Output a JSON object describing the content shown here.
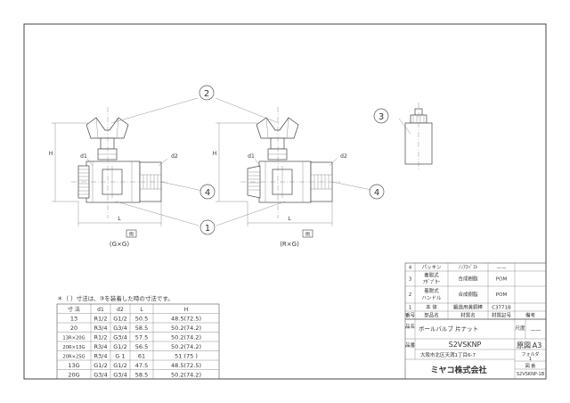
{
  "callouts": {
    "c1": "1",
    "c2": "2",
    "c3": "3",
    "c4": "4"
  },
  "dims": {
    "d1": "d1",
    "d2": "d2",
    "H": "H",
    "L": "L"
  },
  "views": {
    "left_caption": "(G×G)",
    "right_caption": "(R×G)",
    "mark": "例"
  },
  "note": "＊（ ）寸法は、③を装着した時の寸法です。",
  "size_table": {
    "headers": [
      "寸 法",
      "d1",
      "d2",
      "L",
      "H"
    ],
    "rows": [
      [
        "13",
        "R1/2",
        "G1/2",
        "50.5",
        "48.5(72.5)"
      ],
      [
        "20",
        "R3/4",
        "G3/4",
        "58.5",
        "50.2(74.2)"
      ],
      [
        "13R×20G",
        "R1/2",
        "G3/4",
        "57.5",
        "50.2(74.2)"
      ],
      [
        "20R×13G",
        "R3/4",
        "G1/2",
        "56.5",
        "50.2(74.2)"
      ],
      [
        "20R×25G",
        "R3/4",
        "G 1",
        "61",
        "51  (75 )"
      ],
      [
        "13G",
        "G1/2",
        "G1/2",
        "47.5",
        "48.5(72.5)"
      ],
      [
        "20G",
        "G3/4",
        "G3/4",
        "58.5",
        "50.2(74.2)"
      ]
    ]
  },
  "parts_table": {
    "rows": [
      [
        "4",
        "パッキン",
        "ﾉﾝｱｽﾍﾞｽﾄ",
        "——"
      ],
      [
        "3",
        "着脱式\nｱﾀﾞﾌﾟﾀｰ",
        "合成樹脂",
        "POM"
      ],
      [
        "2",
        "着脱式\nハンドル",
        "合成樹脂",
        "POM"
      ],
      [
        "1",
        "本 体",
        "鍛造用黄銅棒",
        "C3771B"
      ]
    ],
    "header": [
      "番号",
      "部品名",
      "材質名",
      "材質記号",
      "備考"
    ]
  },
  "title_block": {
    "name_label": "品名",
    "name": "ボールバルブ 片ナット",
    "scale_label": "尺度",
    "scale": "——",
    "code_label": "品番",
    "code": "S2VSKNP",
    "drawing_label": "原図",
    "drawing": "A3",
    "address": "大阪市北区天満1丁目6-7",
    "folder_label": "フォルダ",
    "folder": "1",
    "company": "ミヤコ株式会社",
    "number_label": "図 番",
    "number": "S2VSKNP-1B"
  }
}
